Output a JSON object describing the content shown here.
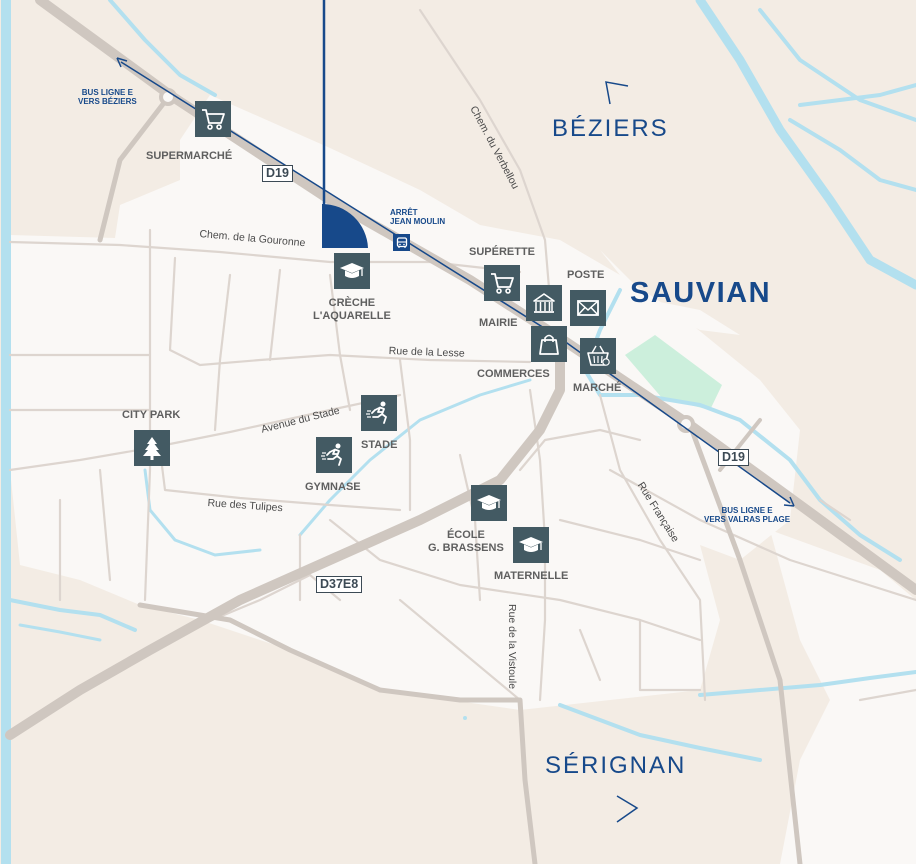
{
  "towns": {
    "beziers": "BÉZIERS",
    "sauvian": "SAUVIAN",
    "serignan": "SÉRIGNAN"
  },
  "roads": {
    "d19_north": "D19",
    "d19_south": "D19",
    "d37e8": "D37E8"
  },
  "bus": {
    "north": [
      "BUS LIGNE E",
      "VERS BÉZIERS"
    ],
    "south": [
      "BUS LIGNE E",
      "VERS VALRAS PLAGE"
    ],
    "stop": [
      "ARRÊT",
      "JEAN MOULIN"
    ]
  },
  "pois": {
    "supermarche": [
      "SUPERMARCHÉ"
    ],
    "creche": [
      "CRÈCHE",
      "L'AQUARELLE"
    ],
    "superette": [
      "SUPÉRETTE"
    ],
    "poste": [
      "POSTE"
    ],
    "mairie": [
      "MAIRIE"
    ],
    "commerces": [
      "COMMERCES"
    ],
    "marche": [
      "MARCHÉ"
    ],
    "city_park": [
      "CITY PARK"
    ],
    "stade": [
      "STADE"
    ],
    "gymnase": [
      "GYMNASE"
    ],
    "ecole": [
      "ÉCOLE",
      "G. BRASSENS"
    ],
    "maternelle": [
      "MATERNELLE"
    ]
  },
  "streets": {
    "gouronne": "Chem. de la Gouronne",
    "verbellou": "Chem. du Verbellou",
    "lesse": "Rue de la Lesse",
    "stade": "Avenue du Stade",
    "tulipes": "Rue des Tulipes",
    "francaise": "Rue Française",
    "vistoule": "Rue de la Vistoule"
  },
  "icons": {
    "supermarche": "shopping-cart-icon",
    "superette": "shopping-cart-icon",
    "creche": "graduation-cap-icon",
    "ecole": "graduation-cap-icon",
    "maternelle": "graduation-cap-icon",
    "mairie": "town-hall-icon",
    "poste": "envelope-icon",
    "commerces": "shopping-bag-icon",
    "marche": "market-basket-icon",
    "city_park": "tree-icon",
    "stade": "runner-icon",
    "gymnase": "runner-icon",
    "bus_stop": "bus-icon",
    "site_marker": "location-marker-icon"
  },
  "colors": {
    "land": "#f3ece4",
    "urban": "#faf8f6",
    "water": "#b3e0ef",
    "road": "#cfc7c0",
    "park": "#ccefdc",
    "accent": "#17498a",
    "icon_bg": "#435a63"
  }
}
